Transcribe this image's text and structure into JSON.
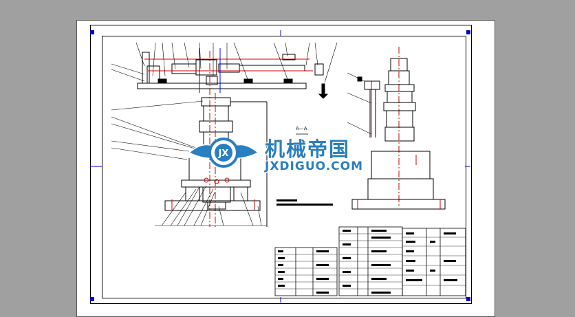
{
  "watermark": {
    "title": "机械帝国",
    "url": "JXDIGUO.COM",
    "logo_initials": "JX"
  },
  "drawing": {
    "section_label": "A—A"
  },
  "colors": {
    "background": "#a0a0a0",
    "sheet": "#ffffff",
    "line": "#000000",
    "centerline": "#cc0000",
    "corner_marker": "#0000cc",
    "watermark": "#2a7fbf"
  }
}
